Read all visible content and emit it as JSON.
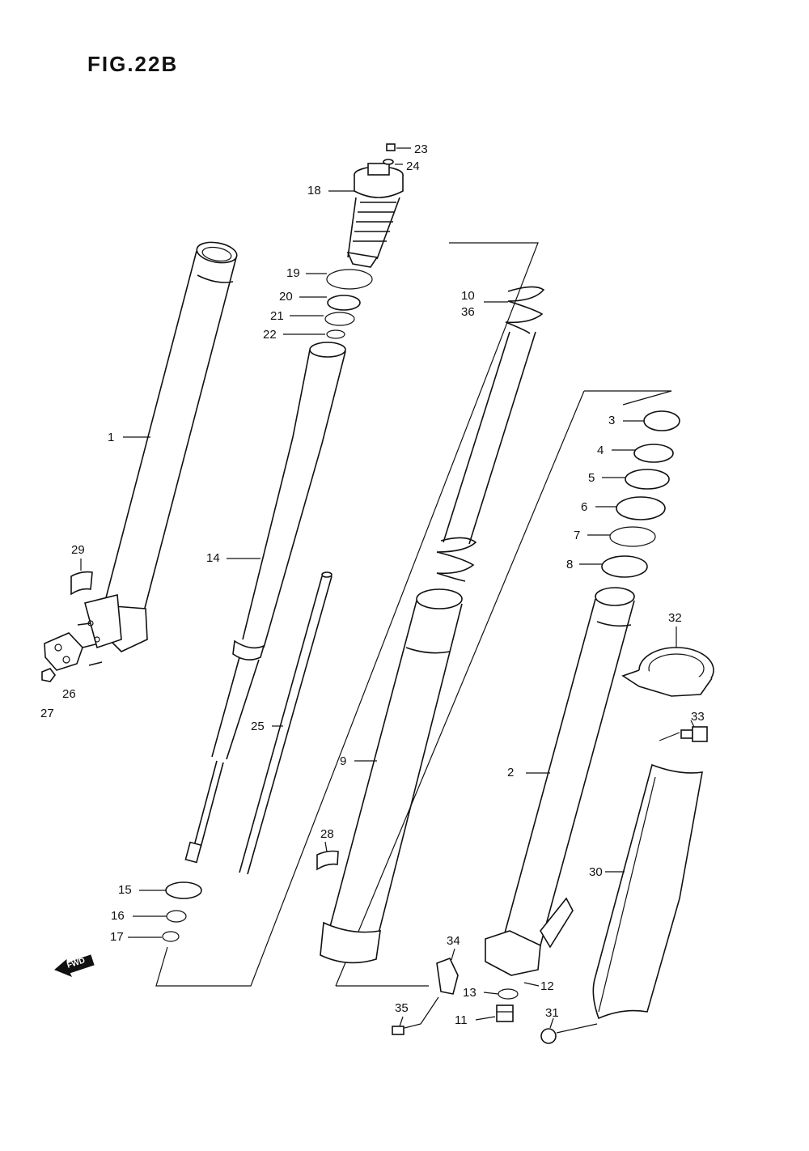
{
  "title": "FIG.22B",
  "fwd_label": "FWD",
  "callouts": {
    "c1": "1",
    "c2": "2",
    "c3": "3",
    "c4": "4",
    "c5": "5",
    "c6": "6",
    "c7": "7",
    "c8": "8",
    "c9": "9",
    "c10": "10",
    "c36": "36",
    "c11": "11",
    "c12": "12",
    "c13": "13",
    "c14": "14",
    "c15": "15",
    "c16": "16",
    "c17": "17",
    "c18": "18",
    "c19": "19",
    "c20": "20",
    "c21": "21",
    "c22": "22",
    "c23": "23",
    "c24": "24",
    "c25": "25",
    "c26": "26",
    "c27": "27",
    "c28": "28",
    "c29": "29",
    "c30": "30",
    "c31": "31",
    "c32": "32",
    "c33": "33",
    "c34": "34",
    "c35": "35"
  }
}
